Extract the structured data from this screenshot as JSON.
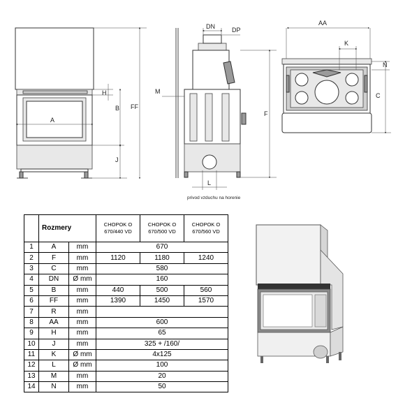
{
  "labels": {
    "front_a": "A",
    "front_h": "H",
    "front_b": "B",
    "front_ff": "FF",
    "front_j": "J",
    "side_dn": "DN",
    "side_dp": "DP",
    "side_m": "M",
    "side_f": "F",
    "side_l": "L",
    "top_aa": "AA",
    "top_k": "K",
    "top_n": "N",
    "top_c": "C",
    "caption": "privod vzduchu na horenie"
  },
  "table": {
    "title": "Rozmery",
    "models": [
      "CHOPOK O 670/440 VD",
      "CHOPOK O 670/500 VD",
      "CHOPOK O 670/560 VD"
    ],
    "rows": [
      {
        "idx": "1",
        "sym": "A",
        "unit": "mm",
        "values": [
          "670"
        ]
      },
      {
        "idx": "2",
        "sym": "F",
        "unit": "mm",
        "values": [
          "1120",
          "1180",
          "1240"
        ]
      },
      {
        "idx": "3",
        "sym": "C",
        "unit": "mm",
        "values": [
          "580"
        ]
      },
      {
        "idx": "4",
        "sym": "DN",
        "unit": "Ø mm",
        "values": [
          "160"
        ]
      },
      {
        "idx": "5",
        "sym": "B",
        "unit": "mm",
        "values": [
          "440",
          "500",
          "560"
        ]
      },
      {
        "idx": "6",
        "sym": "FF",
        "unit": "mm",
        "values": [
          "1390",
          "1450",
          "1570"
        ]
      },
      {
        "idx": "7",
        "sym": "R",
        "unit": "mm",
        "values": [
          ""
        ]
      },
      {
        "idx": "8",
        "sym": "AA",
        "unit": "mm",
        "values": [
          "600"
        ]
      },
      {
        "idx": "9",
        "sym": "H",
        "unit": "mm",
        "values": [
          "65"
        ]
      },
      {
        "idx": "10",
        "sym": "J",
        "unit": "mm",
        "values": [
          "325 + /160/"
        ]
      },
      {
        "idx": "11",
        "sym": "K",
        "unit": "Ø mm",
        "values": [
          "4x125"
        ]
      },
      {
        "idx": "12",
        "sym": "L",
        "unit": "Ø mm",
        "values": [
          "100"
        ]
      },
      {
        "idx": "13",
        "sym": "M",
        "unit": "mm",
        "values": [
          "20"
        ]
      },
      {
        "idx": "14",
        "sym": "N",
        "unit": "mm",
        "values": [
          "50"
        ]
      }
    ]
  }
}
